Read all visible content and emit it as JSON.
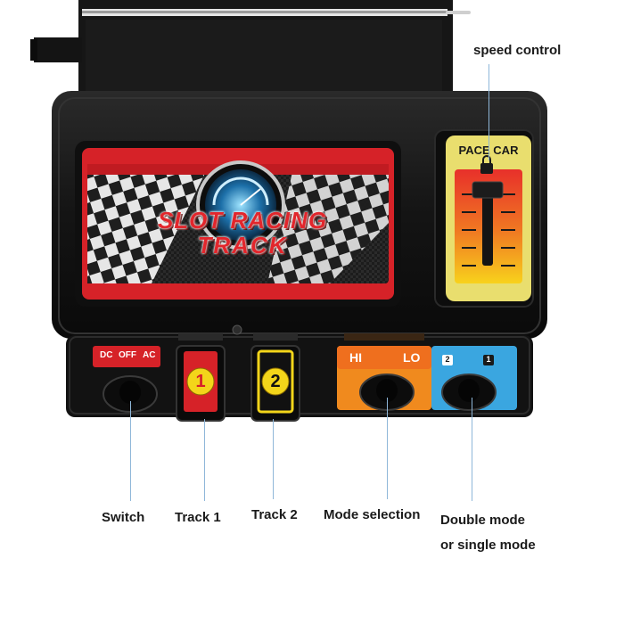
{
  "panel": {
    "logo_line1": "SLOT RACING",
    "logo_line2": "TRACK",
    "pace_car_label": "PACE CAR",
    "switch_labels": {
      "dc": "DC",
      "off": "OFF",
      "ac": "AC"
    },
    "track1_number": "1",
    "track2_number": "2",
    "mode_labels": {
      "hi": "HI",
      "lo": "LO"
    },
    "player_icons": {
      "two": "2",
      "one": "1"
    }
  },
  "annotations": {
    "speed_control": "speed control",
    "switch": "Switch",
    "track1": "Track 1",
    "track2": "Track 2",
    "mode_selection": "Mode selection",
    "double_mode_line1": "Double mode",
    "double_mode_line2": "or single mode"
  },
  "colors": {
    "body": "#141414",
    "red": "#d6252b",
    "yellow": "#f3d51a",
    "orange": "#f08a1e",
    "blue": "#3aa6e0",
    "leader_line": "#8fb7d9"
  }
}
